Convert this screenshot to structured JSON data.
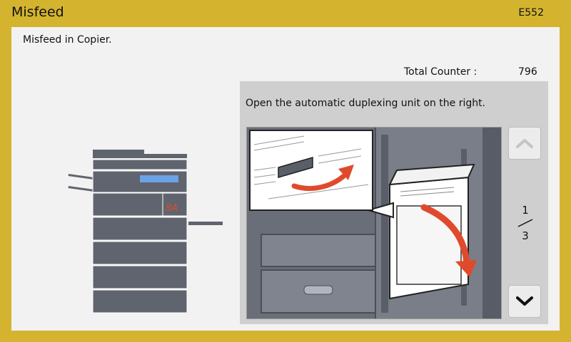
{
  "header": {
    "title": "Misfeed",
    "code": "E552"
  },
  "message": "Misfeed in Copier.",
  "counter": {
    "label": "Total Counter :",
    "value": "796"
  },
  "instruction": "Open the automatic duplexing unit on the right.",
  "pager": {
    "current": "1",
    "total": "3"
  },
  "copier": {
    "jam_marker": "8A"
  },
  "colors": {
    "frame": "#d4b42f",
    "panel": "#f2f2f2",
    "arrow": "#e04a2c",
    "copier": "#60646e"
  }
}
